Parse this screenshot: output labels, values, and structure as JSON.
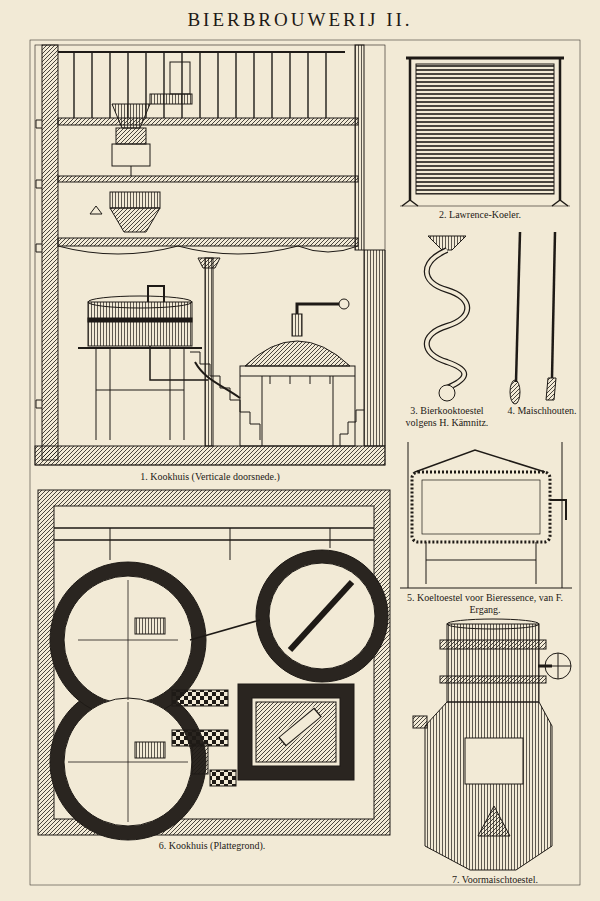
{
  "diagram": {
    "title": "BIERBROUWERIJ II.",
    "labels": [
      "1. Kookhuis (Verticale doorsnede.)",
      "2. Lawrence-Koeler.",
      "3. Bierkooktoestel volgens H. Kämnitz.",
      "4. Maischhouten.",
      "5. Koeltoestel voor Bieressence, van F. Ergang.",
      "6. Kookhuis (Plattegrond).",
      "7. Voormaischtoestel."
    ]
  }
}
